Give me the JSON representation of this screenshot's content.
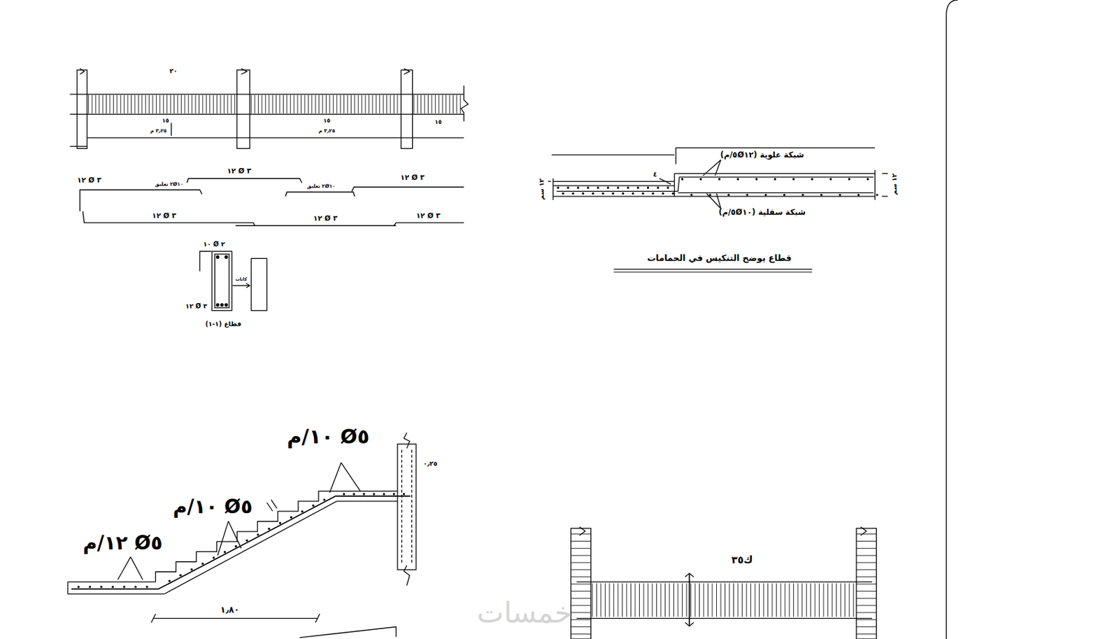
{
  "diagram": {
    "labels": [
      "٢٠",
      "١٥",
      "٣٫٢٥ م",
      "١٥",
      "٣٫٢٥ م",
      "١٥",
      "١٢ Ø ٣",
      "١٢ Ø ٣",
      "١٢ Ø ٣",
      "٢Ø١٠ تعليق",
      "٢Ø١٠ تعليق",
      "١٢ Ø ٣",
      "١٢ Ø ٣",
      "١٢ Ø ٣",
      "١٠ Ø ٢",
      "كانات",
      "١٢ Ø ٣",
      "قطاع (١-١)",
      "شبكة علوية (٥Ø١٢/م)",
      "شبكة سفلية (٥Ø١٠/م)",
      "١٢ سم",
      "١٢ سم",
      "٤",
      "قطاع يوضح التنكيس في الحمامات",
      "م/١٠ Ø٥",
      "م/١٠ Ø٥",
      "م/١٢ Ø٥",
      "٠٫٢٥",
      "١٫٨٠",
      "ك٣٥",
      "خمسات"
    ]
  }
}
